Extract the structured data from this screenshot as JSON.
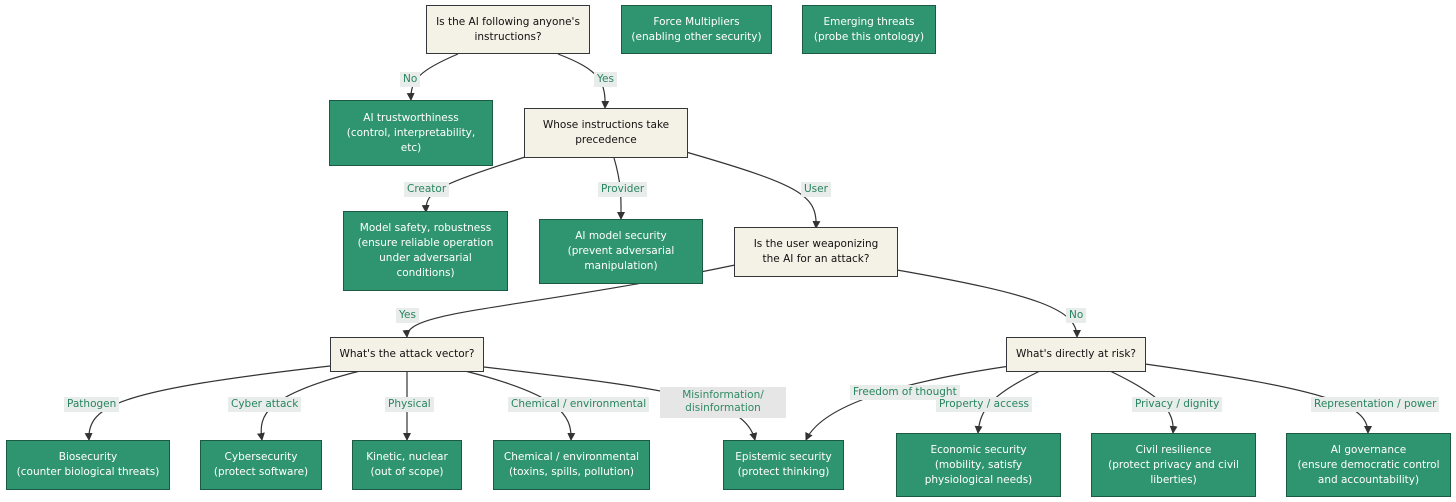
{
  "nodes": {
    "q_following": "Is the AI following anyone's\ninstructions?",
    "force_multipliers": "Force Multipliers\n(enabling other security)",
    "emerging_threats": "Emerging threats\n(probe this ontology)",
    "ai_trustworthiness": "AI trustworthiness\n(control, interpretability,\netc)",
    "q_precedence": "Whose instructions take\nprecedence",
    "model_safety": "Model safety, robustness\n(ensure reliable operation\nunder adversarial\nconditions)",
    "ai_model_security": "AI model security\n(prevent adversarial\nmanipulation)",
    "q_weaponizing": "Is the user weaponizing\nthe AI for an attack?",
    "q_attack_vector": "What's the attack vector?",
    "q_at_risk": "What's directly at risk?",
    "biosecurity": "Biosecurity\n(counter biological threats)",
    "cybersecurity": "Cybersecurity\n(protect software)",
    "kinetic": "Kinetic, nuclear\n(out of scope)",
    "chemical": "Chemical / environmental\n(toxins, spills, pollution)",
    "epistemic": "Epistemic security\n(protect thinking)",
    "economic": "Economic security\n(mobility, satisfy\nphysiological needs)",
    "civil": "Civil resilience\n(protect privacy and civil\nliberties)",
    "governance": "AI governance\n(ensure democratic control\nand accountability)"
  },
  "edge_labels": {
    "no_1": "No",
    "yes_1": "Yes",
    "creator": "Creator",
    "provider": "Provider",
    "user": "User",
    "yes_2": "Yes",
    "no_2": "No",
    "pathogen": "Pathogen",
    "cyber_attack": "Cyber attack",
    "physical": "Physical",
    "chemical_env": "Chemical / environmental",
    "misinformation": "Misinformation/\ndisinformation",
    "freedom_of_thought": "Freedom of thought",
    "property_access": "Property / access",
    "privacy_dignity": "Privacy / dignity",
    "representation_power": "Representation / power"
  },
  "colors": {
    "question_fill": "#f4f1e6",
    "outcome_fill": "#2f9470",
    "edge_label_text": "#27855f",
    "edge_stroke": "#333333"
  }
}
